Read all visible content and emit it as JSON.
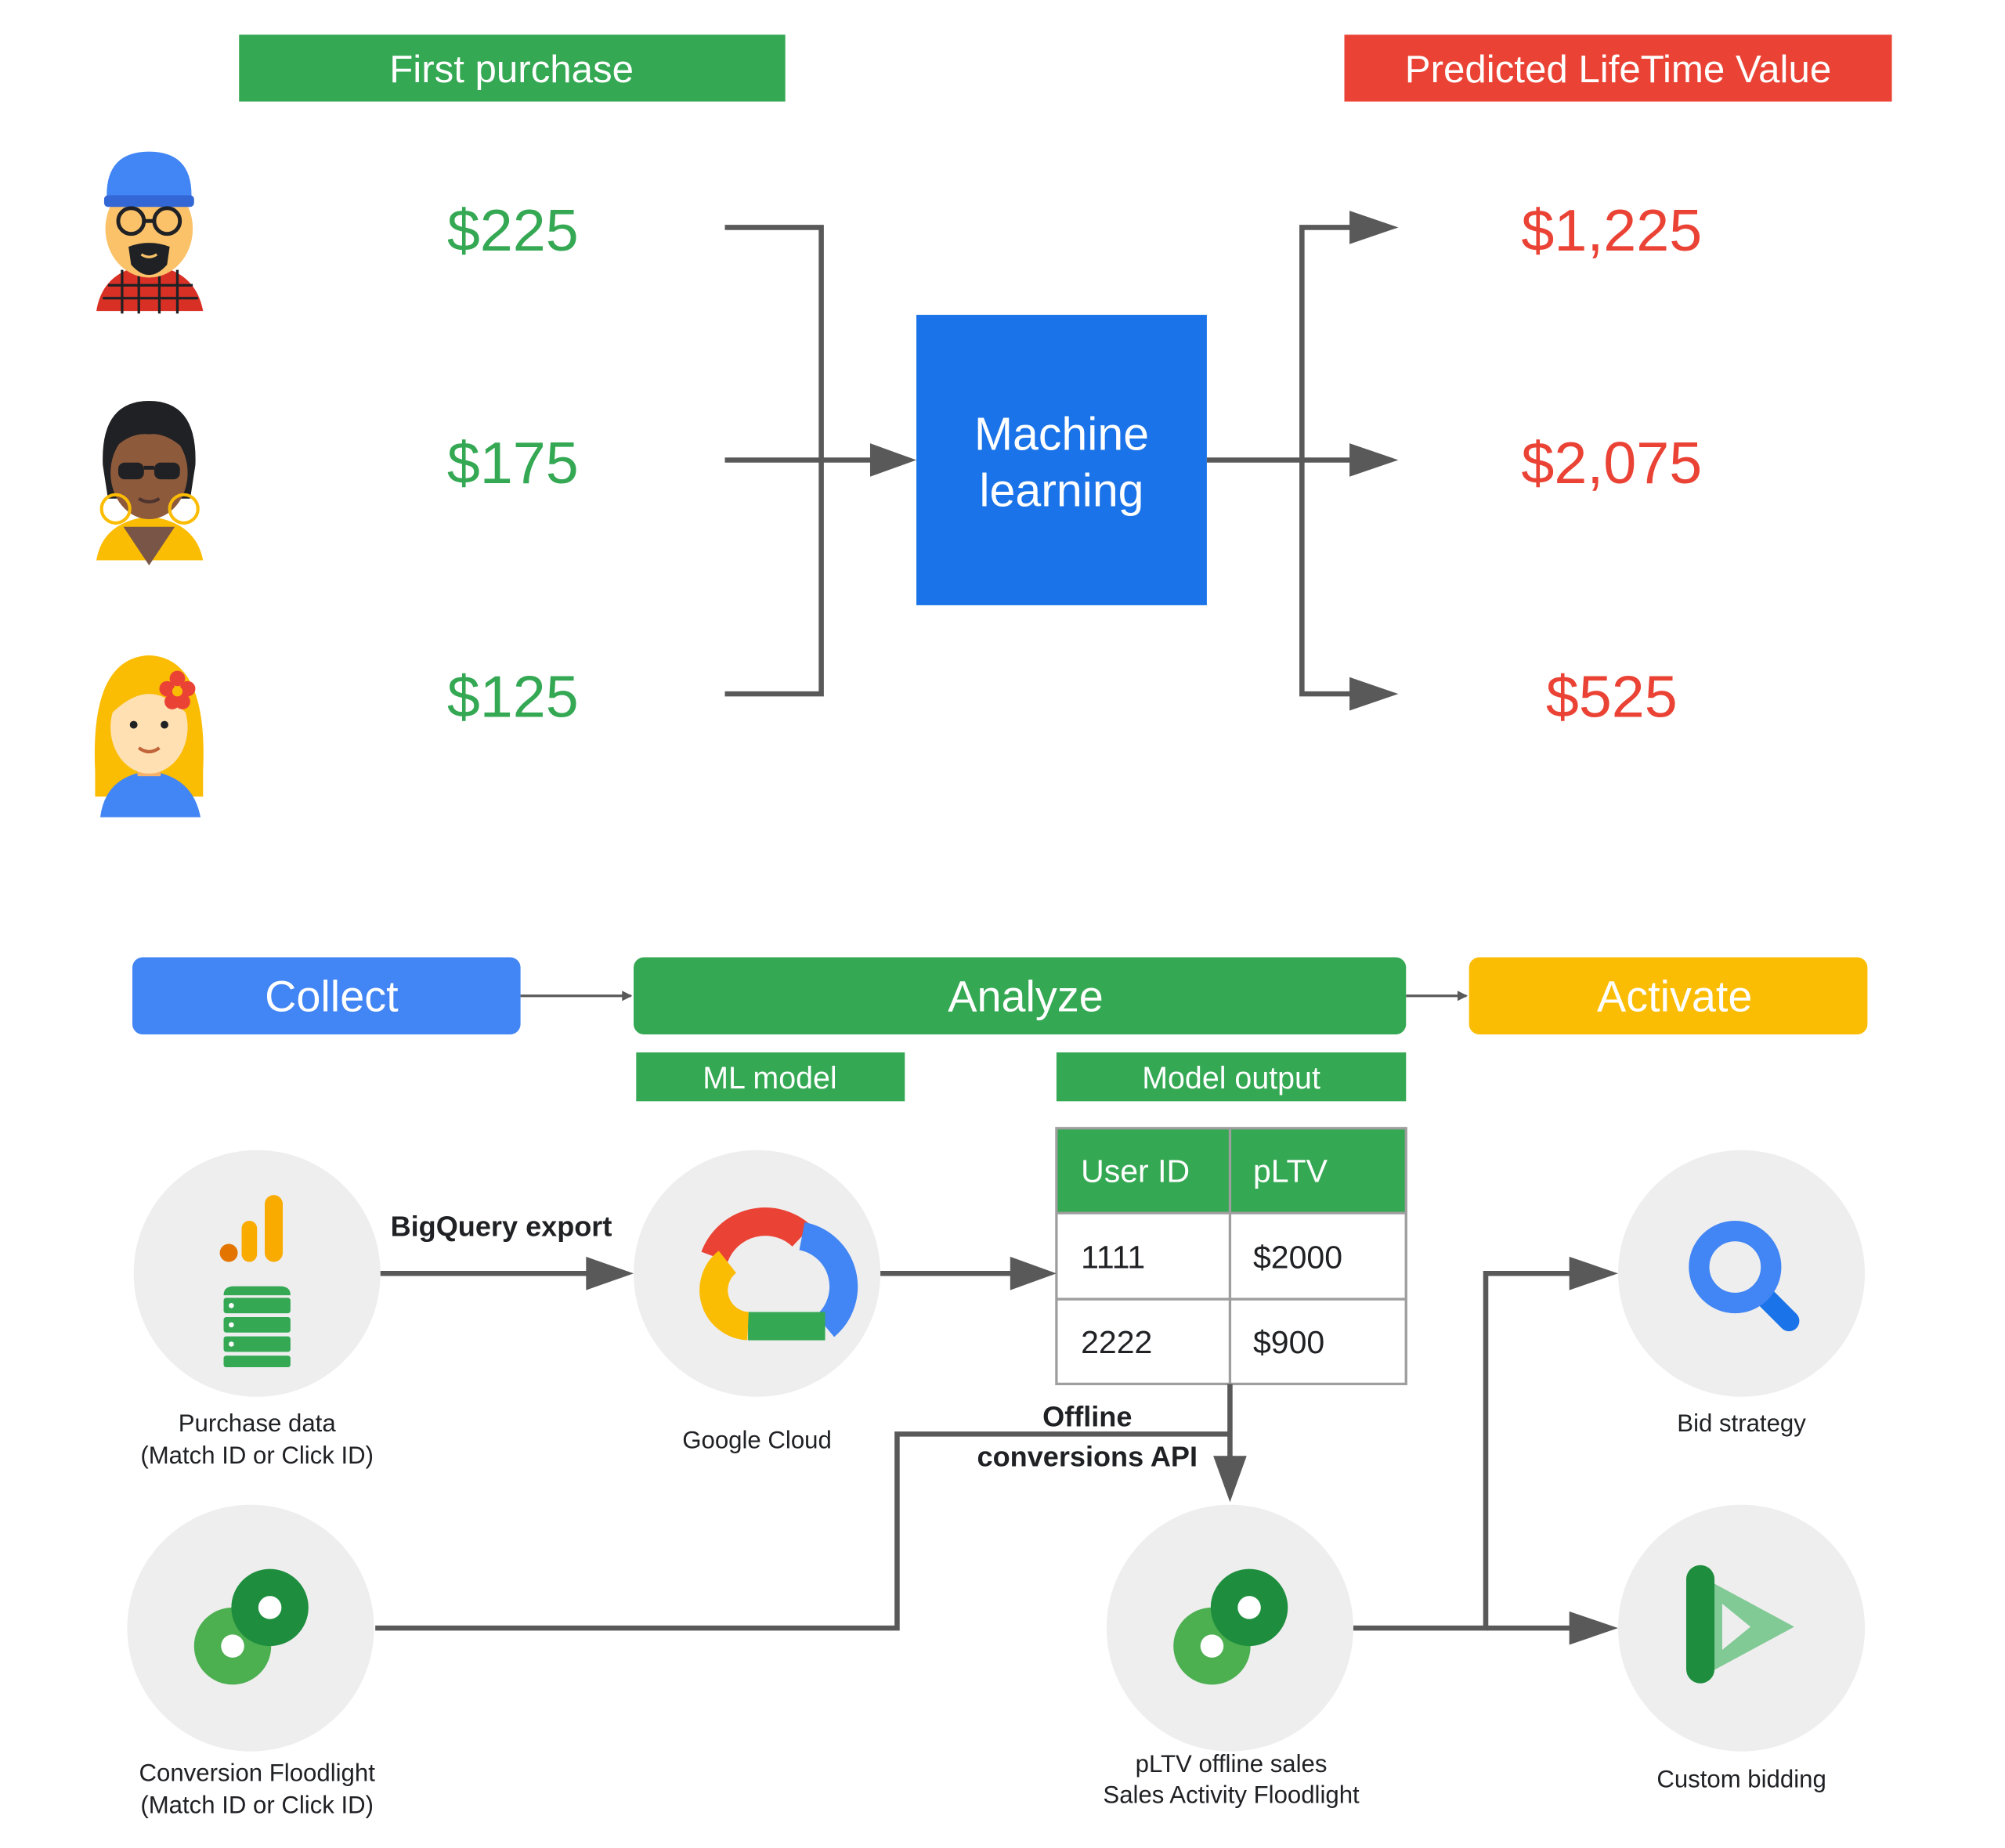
{
  "colors": {
    "green": "#34a853",
    "red": "#ea4335",
    "blue_ml": "#1a73e8",
    "blue_collect": "#4285f4",
    "yellow": "#fbbc04",
    "arrow": "#595959",
    "circle": "#eeeeee"
  },
  "top": {
    "first_purchase_label": "First purchase",
    "pltv_label": "Predicted LifeTime Value",
    "ml_box": {
      "line1": "Machine",
      "line2": "learning"
    },
    "customers": [
      {
        "name": "customer-1",
        "first_purchase": "$225",
        "predicted": "$1,225"
      },
      {
        "name": "customer-2",
        "first_purchase": "$175",
        "predicted": "$2,075"
      },
      {
        "name": "customer-3",
        "first_purchase": "$125",
        "predicted": "$525"
      }
    ]
  },
  "pipeline": {
    "collect": "Collect",
    "analyze": "Analyze",
    "activate": "Activate",
    "ml_model": "ML model",
    "model_output": "Model output"
  },
  "table": {
    "headers": [
      "User ID",
      "pLTV"
    ],
    "rows": [
      [
        "1111",
        "$2000"
      ],
      [
        "2222",
        "$900"
      ]
    ]
  },
  "nodes": {
    "purchase_data": {
      "line1": "Purchase data",
      "line2": "(Match ID or Click ID)",
      "icons": [
        "analytics-icon",
        "storage-stack-icon"
      ]
    },
    "google_cloud": {
      "line1": "Google Cloud",
      "icon": "google-cloud-icon"
    },
    "conversion_floodlight": {
      "line1": "Conversion Floodlight",
      "line2": "(Match ID or Click ID)",
      "icon": "floodlight-icon"
    },
    "pltv_sales": {
      "line1": "pLTV offline sales",
      "line2": "Sales Activity Floodlight",
      "icon": "floodlight-icon"
    },
    "bid_strategy": {
      "line1": "Bid strategy",
      "icon": "search-icon"
    },
    "custom_bidding": {
      "line1": "Custom bidding",
      "icon": "display-video-icon"
    }
  },
  "edges": {
    "bigquery_export": "BigQuery export",
    "offline_api": {
      "line1": "Offline",
      "line2": "conversions API"
    }
  }
}
